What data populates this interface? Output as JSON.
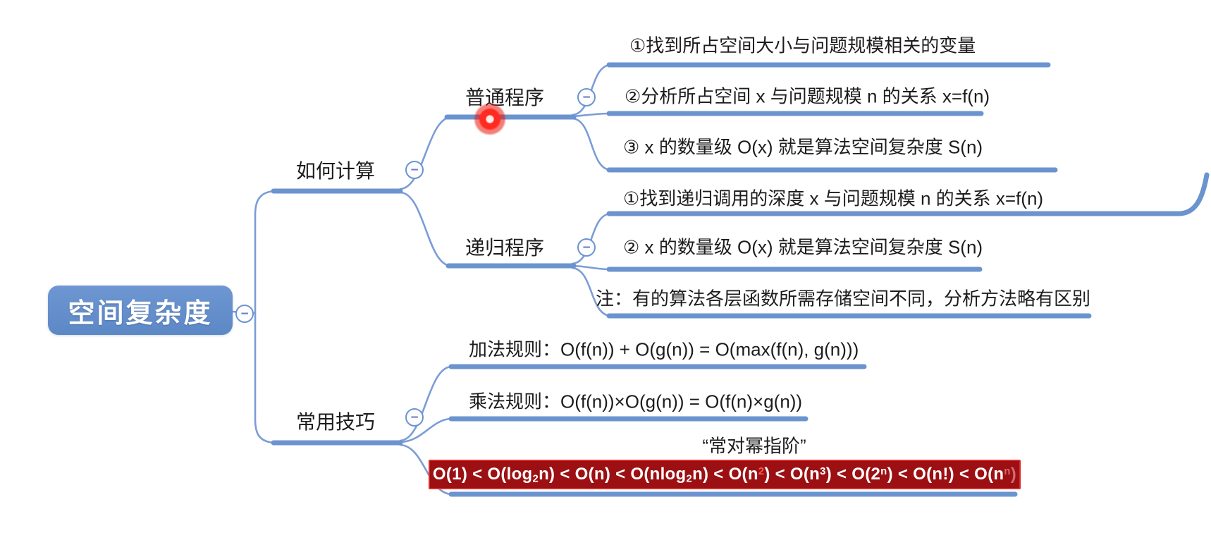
{
  "ui": {
    "collapse_glyph": "−"
  },
  "colors": {
    "branch_blue": "#6b94cf",
    "node_blue": "#6591cd",
    "text": "#1c1c1e",
    "highlight_bg": "#9c0f12",
    "highlight_border": "#da2a28",
    "laser_red": "#ff2b20",
    "formula_red": "#ff5a52",
    "formula_dim_red": "#d06a70"
  },
  "root": {
    "label": "空间复杂度"
  },
  "how": {
    "label": "如何计算",
    "ordinary": {
      "label": "普通程序",
      "items": [
        "①找到所占空间大小与问题规模相关的变量",
        "②分析所占空间 x 与问题规模 n 的关系 x=f(n)",
        "③ x 的数量级 O(x) 就是算法空间复杂度 S(n)"
      ]
    },
    "recursive": {
      "label": "递归程序",
      "items": [
        "①找到递归调用的深度 x 与问题规模 n 的关系 x=f(n)",
        "② x 的数量级 O(x) 就是算法空间复杂度 S(n)",
        "注：有的算法各层函数所需存储空间不同，分析方法略有区别"
      ]
    }
  },
  "tricks": {
    "label": "常用技巧",
    "addition_rule": "加法规则：O(f(n)) + O(g(n)) = O(max(f(n), g(n)))",
    "multiplication_rule": "乘法规则：O(f(n))×O(g(n)) = O(f(n)×g(n))",
    "order_title": "“常对幂指阶”",
    "order_formula_segments": [
      {
        "t": "O(1) < O(log"
      },
      {
        "t": "2",
        "pos": "sub"
      },
      {
        "t": "n) < O(n) < O(nlog"
      },
      {
        "t": "2",
        "pos": "sub"
      },
      {
        "t": "n) < O(n"
      },
      {
        "t": "2",
        "pos": "sup",
        "color": "#ff5a52"
      },
      {
        "t": ") < O(n"
      },
      {
        "t": "3",
        "pos": "sup"
      },
      {
        "t": ") < O(2"
      },
      {
        "t": "n",
        "pos": "sup"
      },
      {
        "t": ") < O(n!) < O(n"
      },
      {
        "t": "n",
        "pos": "sup",
        "color": "#d06a70"
      },
      {
        "t": ")",
        "color": "#d06a70"
      }
    ]
  }
}
